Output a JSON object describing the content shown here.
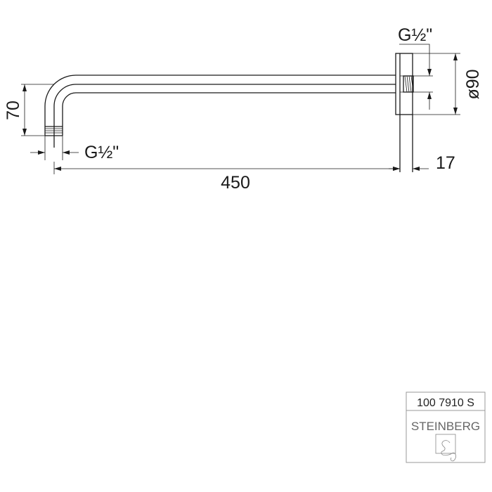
{
  "drawing": {
    "dimensions": {
      "arm_length": "450",
      "drop_height": "70",
      "inlet_thread": "G½\"",
      "outlet_thread": "G½\"",
      "flange_diameter": "ø90",
      "flange_depth": "17"
    },
    "title_block": {
      "article_number": "100 7910 S",
      "brand": "STEINBERG"
    },
    "colors": {
      "line": "#1a1a1a",
      "title_block_border": "#999999"
    }
  }
}
